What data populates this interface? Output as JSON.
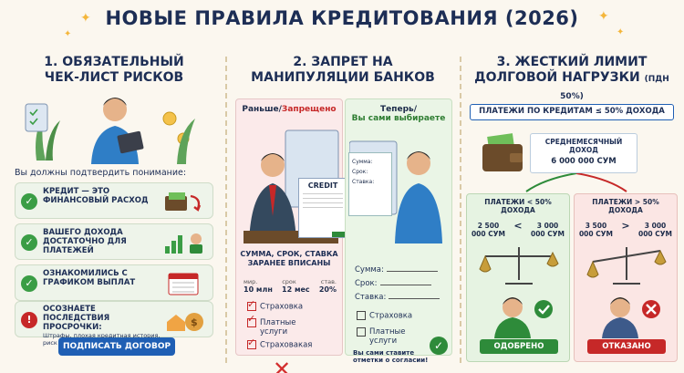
{
  "title": "НОВЫЕ ПРАВИЛА КРЕДИТОВАНИЯ (2026)",
  "col1": {
    "heading_line1": "1. ОБЯЗАТЕЛЬНЫЙ",
    "heading_line2": "ЧЕК-ЛИСТ РИСКОВ",
    "confirm_label": "Вы должны подтвердить понимание:",
    "items": [
      {
        "text": "КРЕДИТ — ЭТО ФИНАНСОВЫЙ РАСХОД",
        "sub": ""
      },
      {
        "text": "ВАШЕГО ДОХОДА ДОСТАТОЧНО ДЛЯ ПЛАТЕЖЕЙ",
        "sub": ""
      },
      {
        "text": "ОЗНАКОМИЛИСЬ С ГРАФИКОМ ВЫПЛАТ",
        "sub": ""
      },
      {
        "text": "ОСОЗНАЕТЕ ПОСЛЕДСТВИЯ ПРОСРОЧКИ:",
        "sub": "Штрафы, плохая кредитная история, риск потери имущества"
      }
    ],
    "sign_button": "ПОДПИСАТЬ ДОГОВОР"
  },
  "col2": {
    "heading_line1": "2. ЗАПРЕТ НА",
    "heading_line2": "МАНИПУЛЯЦИИ БАНКОВ",
    "before_title_a": "Раньше/",
    "before_title_b": "Запрещено",
    "after_title_a": "Теперь/",
    "after_title_b": "Вы сами выбираете",
    "doc_title": "CREDIT",
    "mini_form": [
      "Сумма:",
      "Срок:",
      "Ставка:"
    ],
    "prefilled": "СУММА, СРОК, СТАВКА ЗАРАНЕЕ ВПИСАНЫ",
    "abbr": [
      "мир.",
      "срок",
      "став."
    ],
    "values": [
      "10 млн",
      "12 мес",
      "20%"
    ],
    "before_checks": [
      "Страховка",
      "Платные услуги",
      "Страховакая"
    ],
    "fields": [
      "Сумма:",
      "Срок:",
      "Ставка:"
    ],
    "after_checks": [
      "Страховка",
      "Платные услуги"
    ],
    "yourself": "Вы сами ставите отметки о согласии!"
  },
  "col3": {
    "heading_line1": "3. ЖЕСТКИЙ ЛИМИТ",
    "heading_line2": "ДОЛГОВОЙ НАГРУЗКИ",
    "heading_small": "(ПДН 50%)",
    "rule": "ПЛАТЕЖИ ПО КРЕДИТАМ ≤ 50% ДОХОДА",
    "income_label": "СРЕДНЕМЕСЯЧНЫЙ ДОХОД",
    "income_value": "6 000 000 СУМ",
    "ok": {
      "head": "ПЛАТЕЖИ < 50% ДОХОДА",
      "left": "2 500 000 СУМ",
      "cmp": "<",
      "right": "3 000 000 СУМ",
      "verdict": "ОДОБРЕНО"
    },
    "no": {
      "head": "ПЛАТЕЖИ > 50% ДОХОДА",
      "left": "3 500 000 СУМ",
      "cmp": ">",
      "right": "3 000 000 СУМ",
      "verdict": "ОТКАЗАНО"
    }
  },
  "colors": {
    "ok": "#2e8b3a",
    "no": "#c62828",
    "primary": "#1f5fb4",
    "title": "#1d2e55"
  }
}
